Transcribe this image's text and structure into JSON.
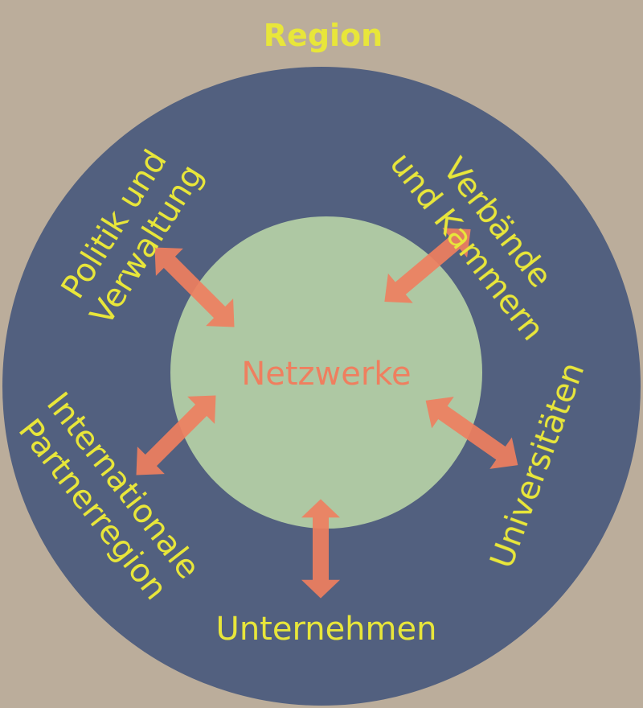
{
  "title": "Region",
  "center_label": "Netzwerke",
  "labels": {
    "politik_line1": "Politik und",
    "politik_line2": "Verwaltung",
    "verbaende_line1": "Verbände",
    "verbaende_line2": "und Kammern",
    "international_line1": "Internationale",
    "international_line2": "Partnerregion",
    "universitaeten": "Universitäten",
    "unternehmen": "Unternehmen"
  },
  "colors": {
    "background": "#bbad9b",
    "outer_circle": "#52607f",
    "inner_circle": "#aec8a3",
    "arrow": "#ef7f5f",
    "label_text": "#e8e63a",
    "center_text": "#ef7f5f"
  }
}
